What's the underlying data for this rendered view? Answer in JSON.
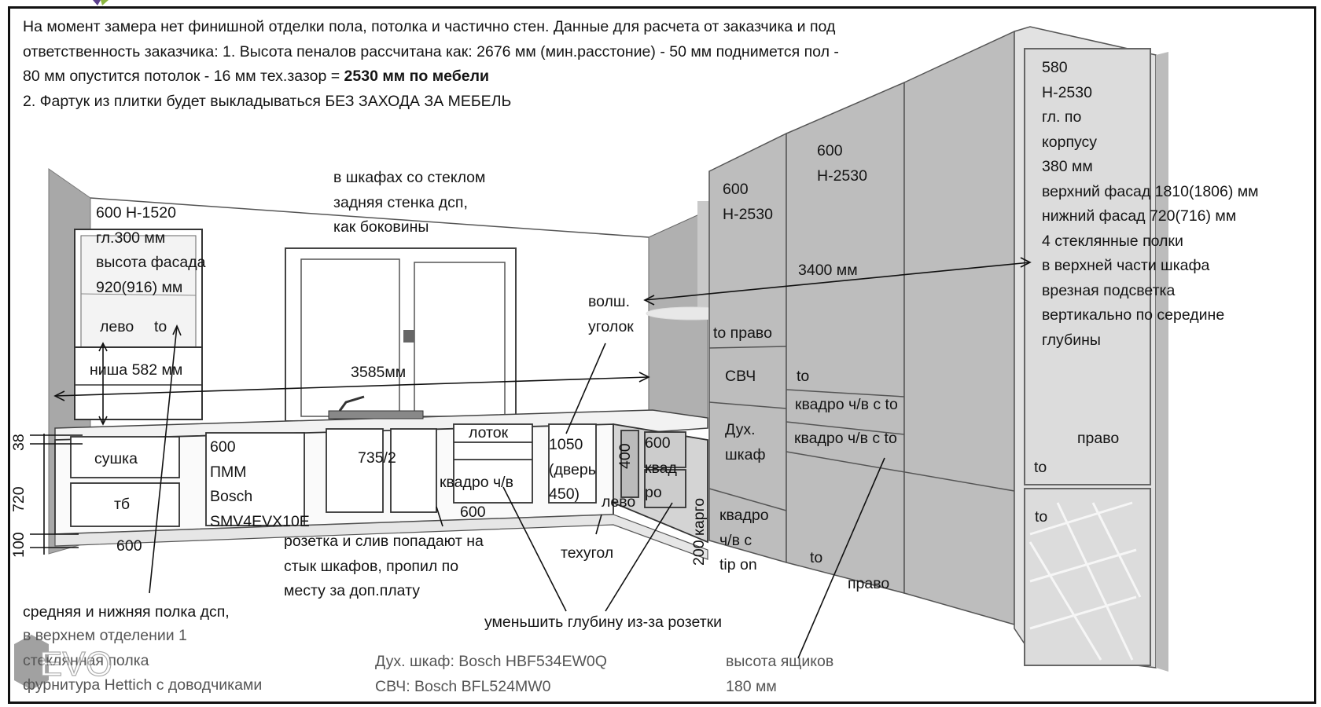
{
  "header_note": {
    "line1": "На момент замера нет финишной отделки пола, потолка и частично стен. Данные для расчета от заказчика и под",
    "line2": "ответственность заказчика: 1. Высота пеналов рассчитана как: 2676 мм (мин.расстоние) - 50 мм поднимется пол -",
    "line3_prefix": "80 мм опустится потолок - 16 мм тех.зазор = ",
    "line3_bold": "2530 мм по мебели",
    "line4": "2. Фартук из плитки будет выкладываться БЕЗ ЗАХОДА ЗА МЕБЕЛЬ"
  },
  "labels": {
    "wall_cabinet": [
      "600 Н-1520",
      "гл.300 мм",
      "высота фасада",
      "920(916) мм"
    ],
    "wall_cab_hinge": "лево",
    "wall_cab_to": "to",
    "niche": "ниша 582 мм",
    "glass_note": [
      "в шкафах со стеклом",
      "задняя стенка дсп,",
      "как боковины"
    ],
    "wall_length": "3585мм",
    "magic_corner": [
      "волш.",
      "уголок"
    ],
    "col1": [
      "600",
      "Н-2530"
    ],
    "col2": [
      "600",
      "Н-2530"
    ],
    "right_wall_length": "3400 мм",
    "col1_top_door": "to право",
    "microwave": "СВЧ",
    "col2_to": "to",
    "drawer_row1": "квадро ч/в с to",
    "drawer_row2": "квадро ч/в с to",
    "oven": [
      "Дух.",
      "шкаф"
    ],
    "col1_bottom": [
      "квадро",
      "ч/в с",
      "tip on"
    ],
    "col2_bottom_to": "to",
    "col2_bottom_right": "право",
    "tall_glass": [
      "580",
      "Н-2530",
      "гл. по",
      "корпусу",
      "380 мм",
      "верхний фасад 1810(1806) мм",
      "нижний фасад 720(716) мм",
      "4 стеклянные полки",
      "в верхней части шкафа",
      "врезная подсветка",
      "вертикально по середине",
      "глубины"
    ],
    "tall_glass_right": "право",
    "tall_glass_to1": "to",
    "tall_glass_to2": "to",
    "dim_38": "38",
    "dim_720": "720",
    "dim_100": "100",
    "drying": "сушка",
    "tb": "тб",
    "base_600_left": "600",
    "dishwasher": [
      "600",
      "ПММ",
      "Bosch",
      "SMV4EVX10E"
    ],
    "sink": "735/2",
    "tray": "лоток",
    "quadro_drawer": "квадро ч/в",
    "drawer_600": "600",
    "corner_cab": [
      "1050",
      "(дверь",
      "450)"
    ],
    "dim_400": "400",
    "corner_left": "лево",
    "tech_corner": "техугол",
    "quad_600": [
      "600",
      "квад",
      "ро"
    ],
    "cargo": "200  карго",
    "socket_note": [
      "розетка и слив попадают на",
      "стык шкафов, пропил по",
      "месту за доп.плату"
    ],
    "reduce_depth": "уменьшить глубину из-за розетки"
  },
  "footer": {
    "shelves": [
      "средняя и нижняя полка дсп,",
      "в верхнем отделении 1",
      "стеклянная полка",
      "фурнитура Hettich с доводчиками"
    ],
    "appliances": [
      "Дух. шкаф: Bosch HBF534EW0Q",
      "СВЧ: Bosch BFL524MW0"
    ],
    "drawer_height": [
      "высота ящиков",
      "180 мм"
    ]
  },
  "logo": {
    "text": "EVO"
  },
  "colors": {
    "cabinet_grey": "#bdbdbd",
    "wall_grey": "#a9a9a9",
    "line": "#111111",
    "footer_text": "#555555"
  }
}
